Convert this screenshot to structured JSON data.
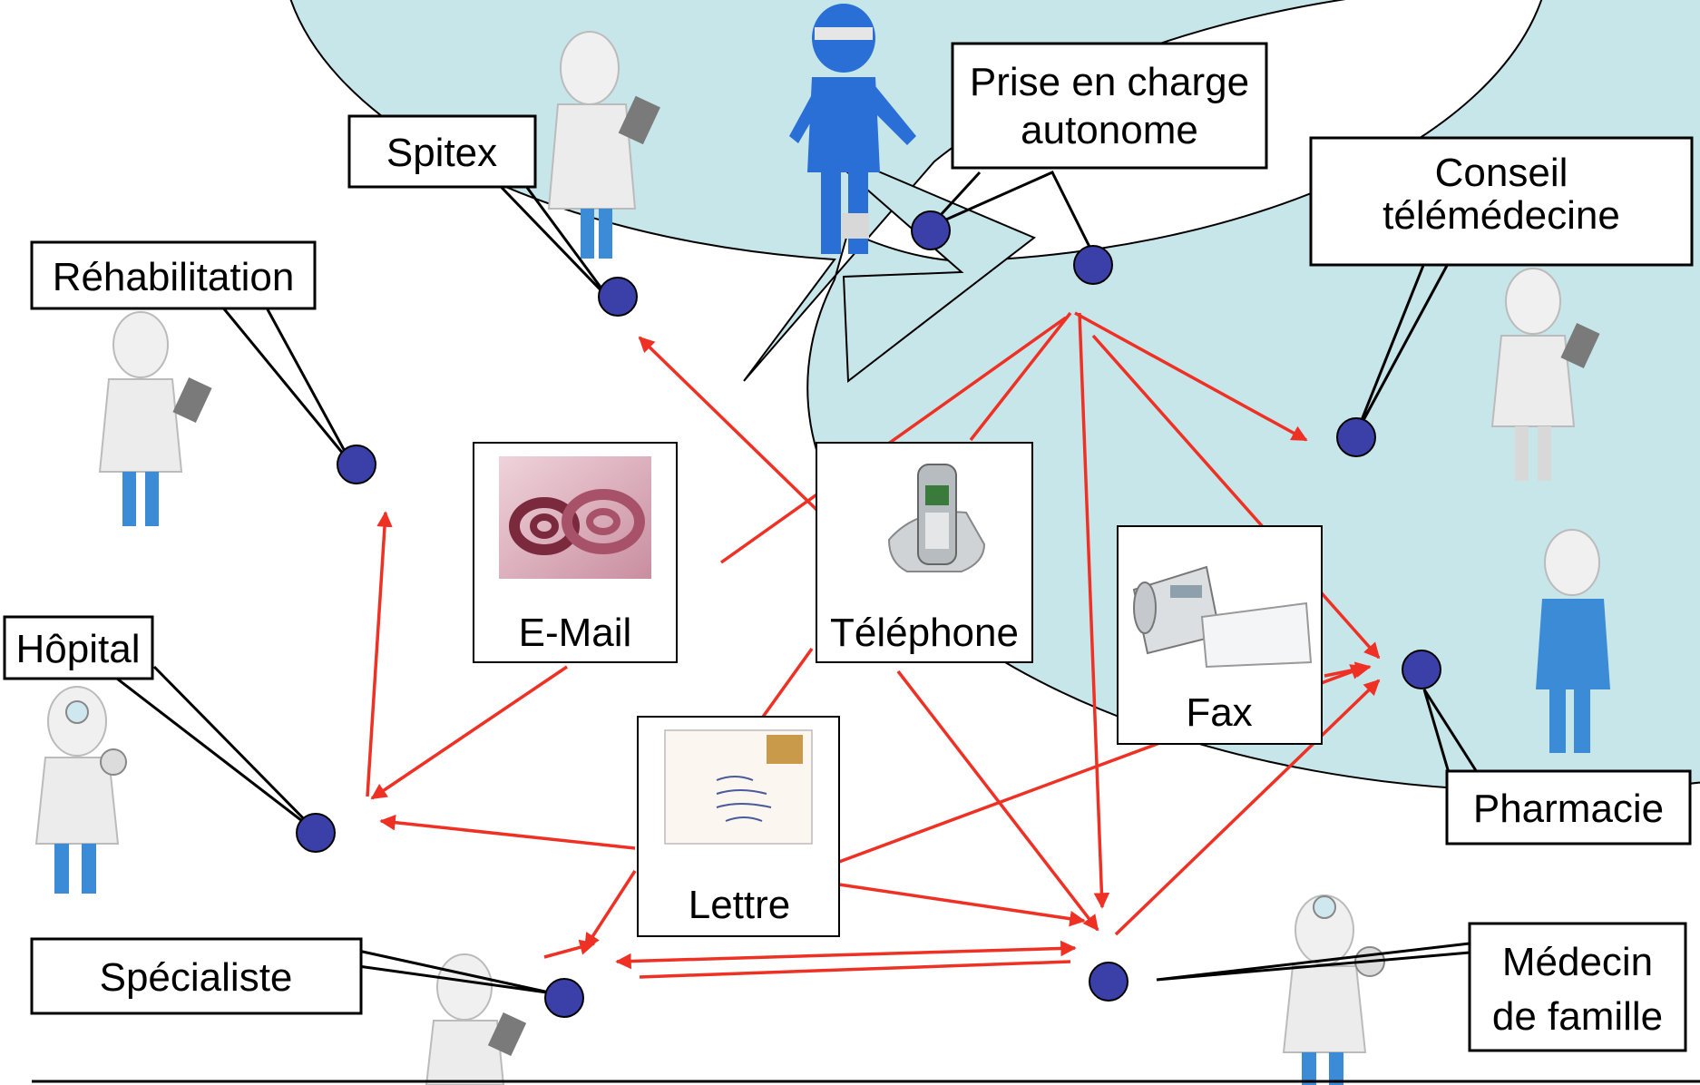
{
  "labels": {
    "spitex": "Spitex",
    "prise_l1": "Prise en charge",
    "prise_l2": "autonome",
    "conseil_l1": "Conseil",
    "conseil_l2": "télémédecine",
    "rehab": "Réhabilitation",
    "hopital": "Hôpital",
    "pharmacie": "Pharmacie",
    "specialiste": "Spécialiste",
    "medecin_l1": "Médecin",
    "medecin_l2": "de famille"
  },
  "media": {
    "email": "E-Mail",
    "telephone": "Téléphone",
    "fax": "Fax",
    "lettre": "Lettre"
  },
  "colors": {
    "ring": "#c7e6ea",
    "node": "#3b40a8",
    "arrow": "#ee3124",
    "figure": "#f0f0f0",
    "patient": "#2a6fd6",
    "scrubs": "#3b8bd6"
  },
  "icons": [
    "doctor-figure",
    "nurse-figure",
    "patient-figure",
    "email-icon",
    "telephone-icon",
    "fax-icon",
    "letter-icon"
  ]
}
